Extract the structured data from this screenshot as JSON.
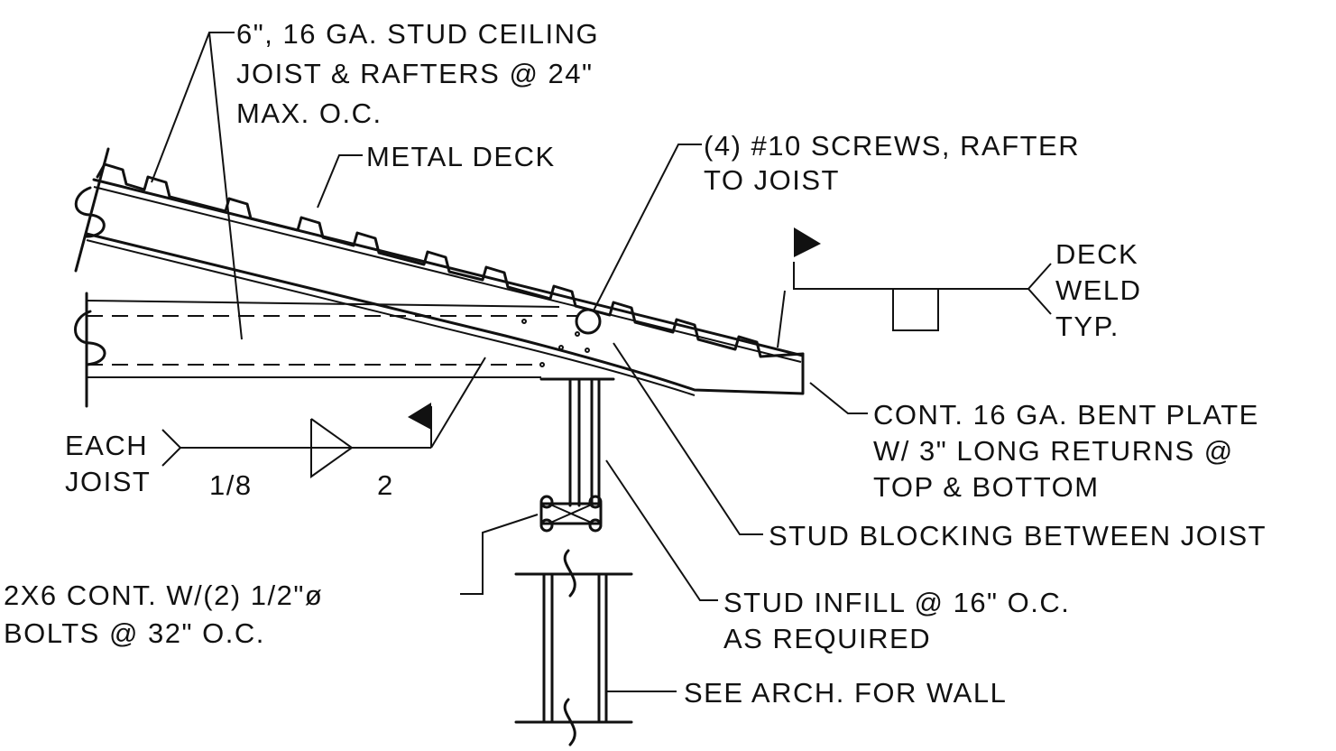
{
  "labels": {
    "joist_rafters": [
      "6\", 16 GA. STUD CEILING",
      "JOIST & RAFTERS @ 24\"",
      "MAX. O.C."
    ],
    "metal_deck": "METAL DECK",
    "screws": [
      "(4) #10 SCREWS, RAFTER",
      "TO JOIST"
    ],
    "deck_weld": [
      "DECK",
      "WELD",
      "TYP."
    ],
    "bent_plate": [
      "CONT. 16 GA. BENT PLATE",
      "W/ 3\" LONG RETURNS @",
      "TOP & BOTTOM"
    ],
    "stud_blocking": "STUD BLOCKING BETWEEN JOIST",
    "each_joist": [
      "EACH",
      "JOIST"
    ],
    "weld_size": "1/8",
    "weld_length": "2",
    "bolts": [
      "2X6 CONT. W/(2) 1/2\"ø",
      "BOLTS @ 32\" O.C."
    ],
    "stud_infill": [
      "STUD INFILL @ 16\" O.C.",
      "AS REQUIRED"
    ],
    "see_arch": "SEE ARCH. FOR WALL"
  }
}
